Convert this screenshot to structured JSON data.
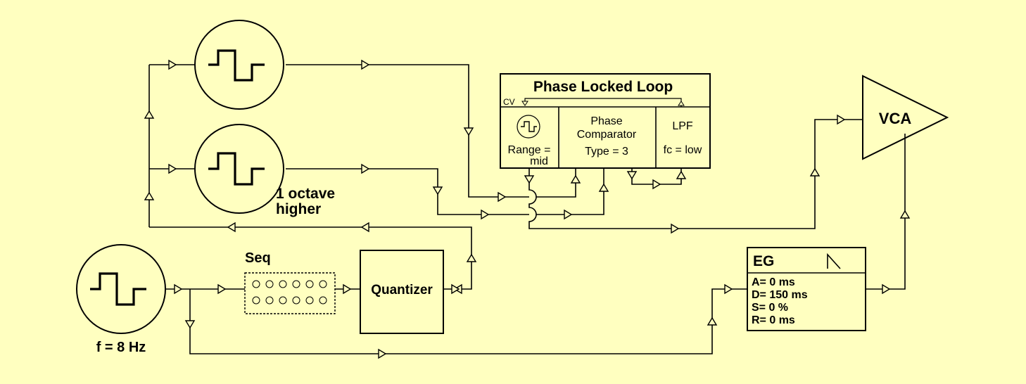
{
  "background_color": "#FFFFC0",
  "oscillators": {
    "top": {
      "icon": "square-wave-icon"
    },
    "middle": {
      "icon": "square-wave-icon",
      "label_line1": "1 octave",
      "label_line2": "higher"
    },
    "lfo": {
      "icon": "square-wave-icon",
      "label": "f = 8 Hz"
    }
  },
  "seq": {
    "label": "Seq"
  },
  "quantizer": {
    "label": "Quantizer"
  },
  "pll": {
    "title": "Phase Locked Loop",
    "cv_label": "CV",
    "vco_range_line1": "Range =",
    "vco_range_line2": "mid",
    "comparator_line1": "Phase",
    "comparator_line2": "Comparator",
    "comparator_type": "Type = 3",
    "lpf_label": "LPF",
    "lpf_fc": "fc = low"
  },
  "vca": {
    "label": "VCA"
  },
  "eg": {
    "label": "EG",
    "attack": "A= 0 ms",
    "decay": "D= 150 ms",
    "sustain": "S= 0 %",
    "release": "R= 0 ms"
  }
}
